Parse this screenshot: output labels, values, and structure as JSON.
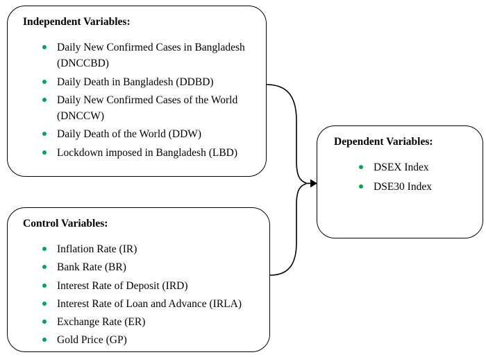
{
  "colors": {
    "bullet_green": "#00A651",
    "line_black": "#000000"
  },
  "boxes": {
    "independent": {
      "title": "Independent Variables:",
      "items": [
        "Daily New Confirmed Cases in Bangladesh (DNCCBD)",
        "Daily Death in Bangladesh (DDBD)",
        "Daily New Confirmed Cases of the World (DNCCW)",
        "Daily Death of the World (DDW)",
        "Lockdown imposed in Bangladesh (LBD)"
      ]
    },
    "control": {
      "title": "Control Variables:",
      "items": [
        "Inflation Rate (IR)",
        "Bank Rate (BR)",
        "Interest Rate of Deposit (IRD)",
        "Interest Rate of Loan and Advance (IRLA)",
        "Exchange Rate (ER)",
        "Gold Price (GP)"
      ]
    },
    "dependent": {
      "title": "Dependent Variables:",
      "items": [
        "DSEX Index",
        "DSE30 Index"
      ]
    }
  }
}
